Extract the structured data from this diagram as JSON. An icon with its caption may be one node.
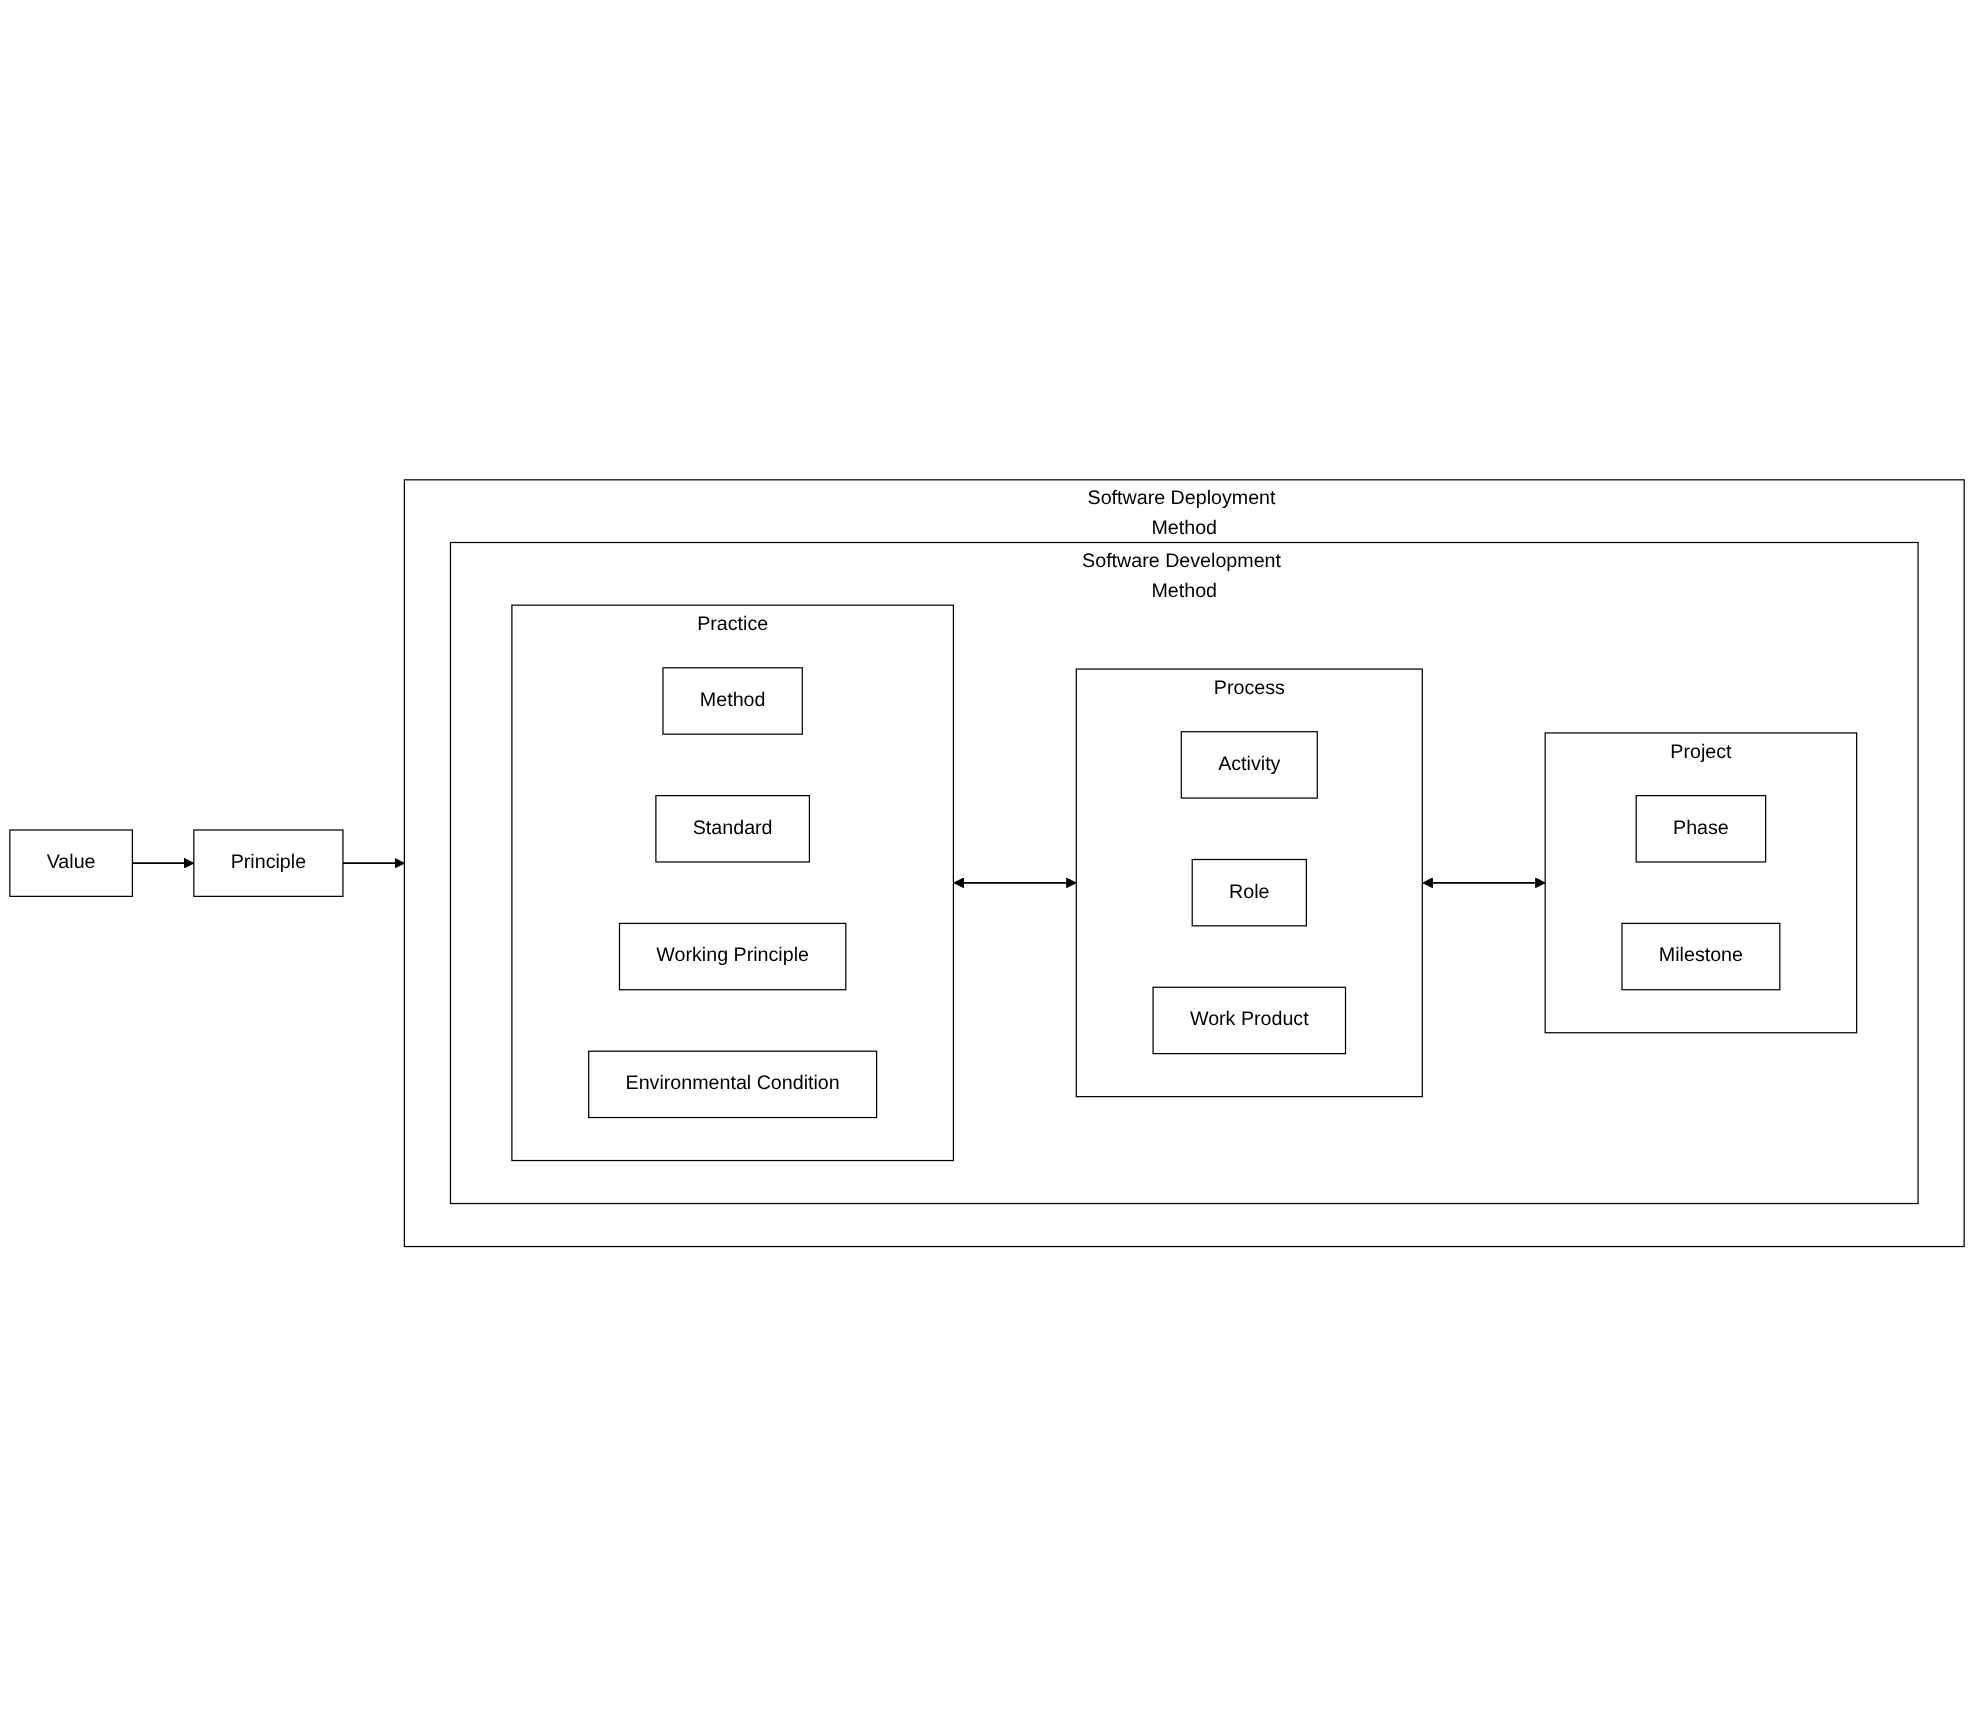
{
  "diagram": {
    "nodes": [
      {
        "text": [
          "Value"
        ]
      },
      {
        "text": [
          "Principle"
        ]
      },
      {
        "text": [
          "Software Deployment Method"
        ]
      },
      {
        "text": [
          "Software Development Method"
        ],
        "in": 2
      },
      {
        "text": [
          "Practice"
        ],
        "in": 3
      },
      {
        "text": [
          "Method"
        ],
        "in": 4
      },
      {
        "text": [
          "Standard"
        ],
        "in": 4
      },
      {
        "text": [
          "Working Principle"
        ],
        "in": 4
      },
      {
        "text": [
          "Environmental Condition"
        ],
        "in": 4
      },
      {
        "text": [
          "Process"
        ],
        "in": 3
      },
      {
        "text": [
          "Activity"
        ],
        "in": 9
      },
      {
        "text": [
          "Role"
        ],
        "in": 9
      },
      {
        "text": [
          "Work Product"
        ],
        "in": 9
      },
      {
        "text": [
          "Project"
        ],
        "in": 3
      },
      {
        "text": [
          "Phase"
        ],
        "in": 13
      },
      {
        "text": [
          "Milestone"
        ],
        "in": 13
      }
    ],
    "edges": [
      {
        "from": 0,
        "to": 1,
        "arrow": "to"
      },
      {
        "from": 1,
        "to": 2,
        "arrow": "to"
      },
      {
        "from": 4,
        "to": 9,
        "arrow": "both"
      },
      {
        "from": 9,
        "to": 13,
        "arrow": "both"
      }
    ]
  }
}
